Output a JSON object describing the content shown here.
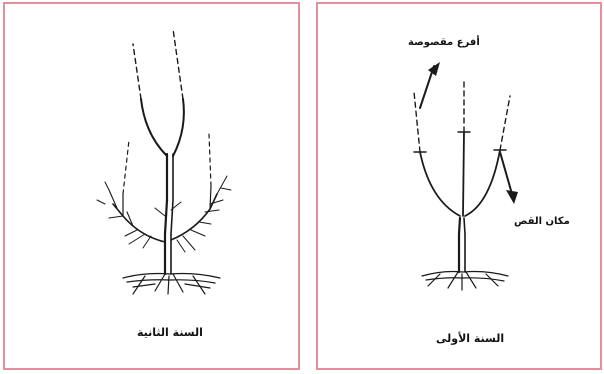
{
  "panels": {
    "second_year": {
      "caption": "السنة الثانية"
    },
    "first_year": {
      "caption": "السنة الأولى",
      "label_pruned_branches": "أفرع مقصوصة",
      "label_cut_place": "مكان القص"
    }
  },
  "colors": {
    "border": "#e58f9b",
    "ink": "#1a1a1a"
  }
}
